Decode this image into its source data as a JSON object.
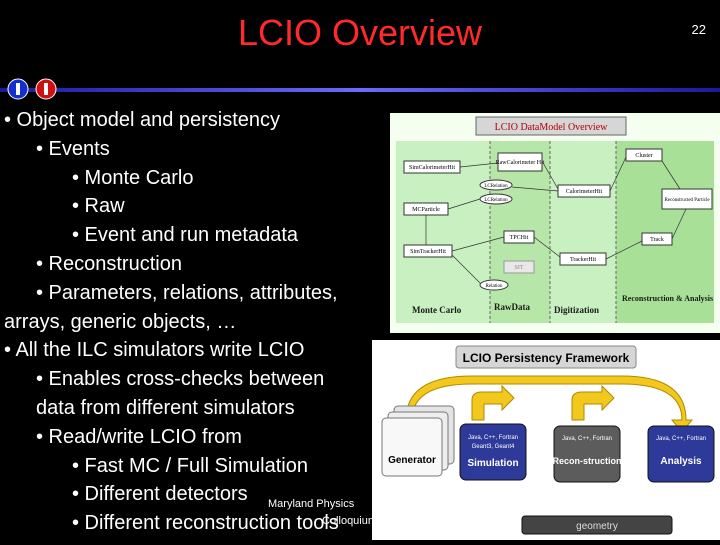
{
  "slide": {
    "title": "LCIO Overview",
    "page_number": "22"
  },
  "bullets": [
    {
      "level": 1,
      "text": "• Object model and persistency"
    },
    {
      "level": 2,
      "text": "• Events"
    },
    {
      "level": 3,
      "text": "• Monte Carlo"
    },
    {
      "level": 3,
      "text": "• Raw"
    },
    {
      "level": 3,
      "text": "• Event and run metadata"
    },
    {
      "level": 2,
      "text": "• Reconstruction"
    },
    {
      "level": 2,
      "text": "• Parameters, relations, attributes,"
    },
    {
      "level": 2,
      "text": "arrays, generic objects, …"
    },
    {
      "level": 1,
      "text": "• All the ILC simulators write LCIO"
    },
    {
      "level": 2,
      "text": "• Enables cross-checks between"
    },
    {
      "level": 2,
      "text": "data from different simulators"
    },
    {
      "level": 2,
      "text": "• Read/write LCIO from"
    },
    {
      "level": 3,
      "text": "• Fast MC / Full Simulation"
    },
    {
      "level": 3,
      "text": "• Different detectors"
    },
    {
      "level": 3,
      "text": "• Different reconstruction tools"
    }
  ],
  "footer": {
    "physics": "Maryland Physics",
    "colloquium": "Colloquium"
  },
  "diagram_model": {
    "title": "LCIO DataModel Overview",
    "boxes": {
      "sim_calorimeter_hit": "SimCalorimeterHit",
      "raw_calorimeter_hit": "RawCalorimeter Hit",
      "cluster": "Cluster",
      "lcrelation": "LCRelation",
      "lcrelation2": "LCRelation",
      "calorimeter_hit": "CalorimeterHit",
      "reconstructed_particle": "Reconstructed Particle",
      "mc_particle": "MCParticle",
      "tpc_hit": "TPCHit",
      "track": "Track",
      "sim_tracker_hit": "SimTrackerHit",
      "sit": "SIT",
      "tracker_hit": "TrackerHit",
      "relation": "Relation"
    },
    "sections": {
      "monte_carlo": "Monte Carlo",
      "raw_data": "RawData",
      "digitization": "Digitization",
      "reconstruction": "Reconstruction & Analysis"
    }
  },
  "diagram_persistency": {
    "title": "LCIO Persistency Framework",
    "stages": {
      "generator": "Generator",
      "simulation_langs": "Java, C++, Fortran",
      "simulation_geant": "Geant3, Geant4",
      "simulation": "Simulation",
      "recon_langs": "Java, C++, Fortran",
      "recon": "Recon-struction",
      "analysis_langs": "Java, C++, Fortran",
      "analysis": "Analysis",
      "geometry": "geometry"
    }
  },
  "colors": {
    "title": "#ff2a2a",
    "background": "#000000",
    "text": "#ffffff",
    "montecarlo_green": "#c8f0c0",
    "raw_green": "#b6e6a8",
    "recon_green": "#a8e098",
    "arrow_yellow": "#f2c81e",
    "box_title_gray": "#d6d6d6"
  }
}
